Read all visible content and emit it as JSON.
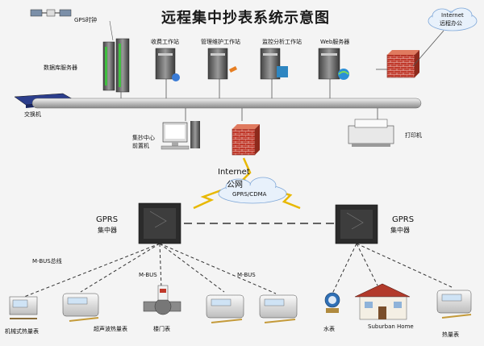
{
  "title": "远程集中抄表系统示意图",
  "labels": {
    "gps_clock": "GPS时钟",
    "database_server": "数据库服务器",
    "switch": "交换机",
    "billing_ws": "收费工作站",
    "maintenance_ws": "管理维护工作站",
    "monitor_ws": "监控分析工作站",
    "web_server": "Web服务器",
    "internet_top": "Internet",
    "remote_office": "远程办公",
    "printer": "打印机",
    "center_line1": "集抄中心",
    "center_line2": "前置机",
    "internet_mid": "Internet",
    "public_net": "公网",
    "gprs_cdma": "GPRS/CDMA",
    "gprs_left": "GPRS",
    "concentrator_left": "集中器",
    "gprs_right": "GPRS",
    "concentrator_right": "集中器",
    "mbus_bus": "M-BUS总线",
    "mbus_mid": "M-BUS",
    "mbus_right": "M-BUS",
    "mech_meter": "机械式热量表",
    "ultra_meter": "超声波热量表",
    "door_meter": "楼门表",
    "water_meter": "水表",
    "suburban_home": "Suburban Home",
    "heat_meter": "热量表"
  },
  "colors": {
    "backbone": "#cfcfcf",
    "lightning": "#e8b800",
    "firewall": "#c0392b",
    "dashed_line": "#333333"
  }
}
